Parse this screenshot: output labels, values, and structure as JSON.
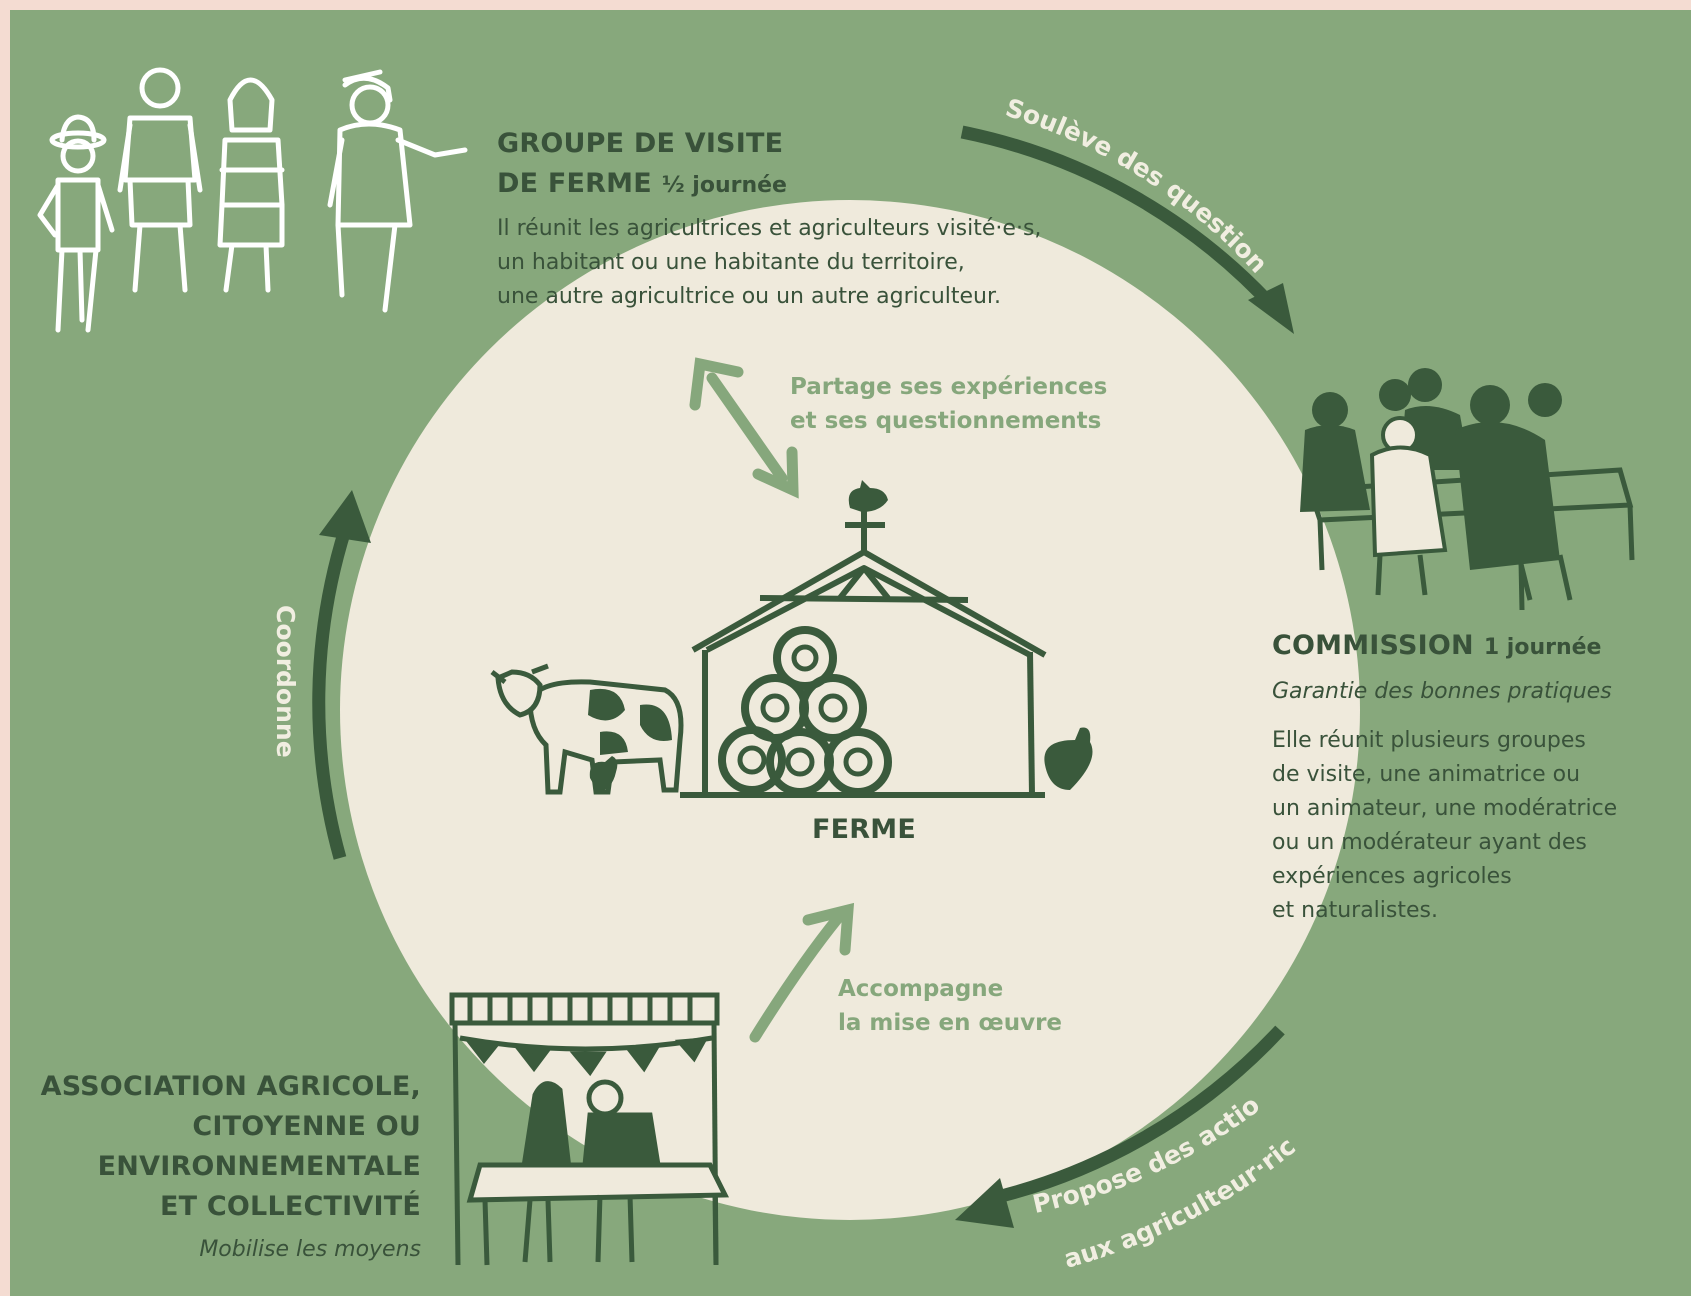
{
  "colors": {
    "background": "#87a87c",
    "circle": "#efeadc",
    "dark": "#3a5a3c",
    "light_green": "#86a77c",
    "white": "#ffffff",
    "edge": "#f4dcd2"
  },
  "nodes": {
    "groupe": {
      "title_1": "GROUPE DE VISITE",
      "title_2": "DE FERME",
      "duration": "½ journée",
      "text": [
        "Il réunit les agricultrices et agriculteurs visité·e·s,",
        "un habitant ou une habitante du territoire,",
        "une autre agricultrice ou un autre agriculteur."
      ]
    },
    "commission": {
      "title": "COMMISSION",
      "duration": "1 journée",
      "subtitle": "Garantie des bonnes pratiques",
      "text": [
        "Elle réunit plusieurs groupes",
        "de visite, une animatrice ou",
        "un animateur, une modératrice",
        "ou un modérateur ayant des",
        "expériences agricoles",
        "et naturalistes."
      ]
    },
    "ferme": {
      "title": "FERME"
    },
    "association": {
      "title": [
        "ASSOCIATION AGRICOLE,",
        "CITOYENNE OU",
        "ENVIRONNEMENTALE",
        "ET COLLECTIVITÉ"
      ],
      "subtitle": "Mobilise les moyens"
    }
  },
  "edges": {
    "souleve": "Soulève des questions",
    "propose_1": "Propose des actions",
    "propose_2": "aux agriculteur·rice·s",
    "coordonne": "Coordonne",
    "partage": [
      "Partage ses expériences",
      "et ses questionnements"
    ],
    "accompagne": [
      "Accompagne",
      "la mise en œuvre"
    ]
  },
  "icons": [
    "farm-visitors-icon",
    "commission-meeting-icon",
    "barn-icon",
    "cow-icon",
    "hen-icon",
    "market-stall-icon"
  ]
}
